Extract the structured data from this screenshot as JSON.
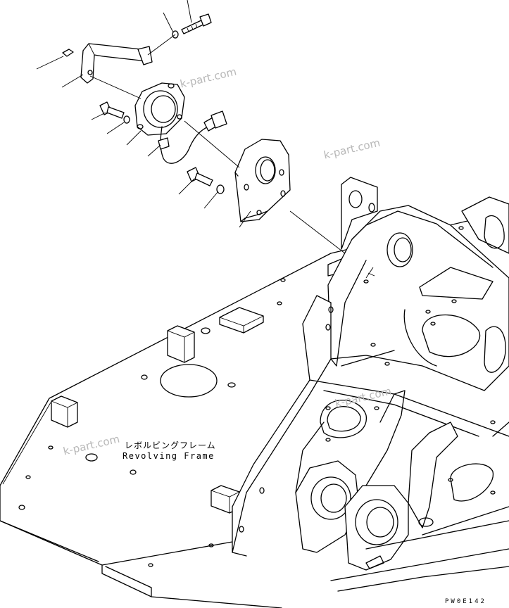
{
  "watermarks": [
    "k-part.com",
    "k-part.com",
    "k-part.com",
    "k-part.com"
  ],
  "labels": {
    "revolving_frame_jp": "レボルビングフレーム",
    "revolving_frame_en": "Revolving Frame"
  },
  "drawing_code": "PW0E142"
}
